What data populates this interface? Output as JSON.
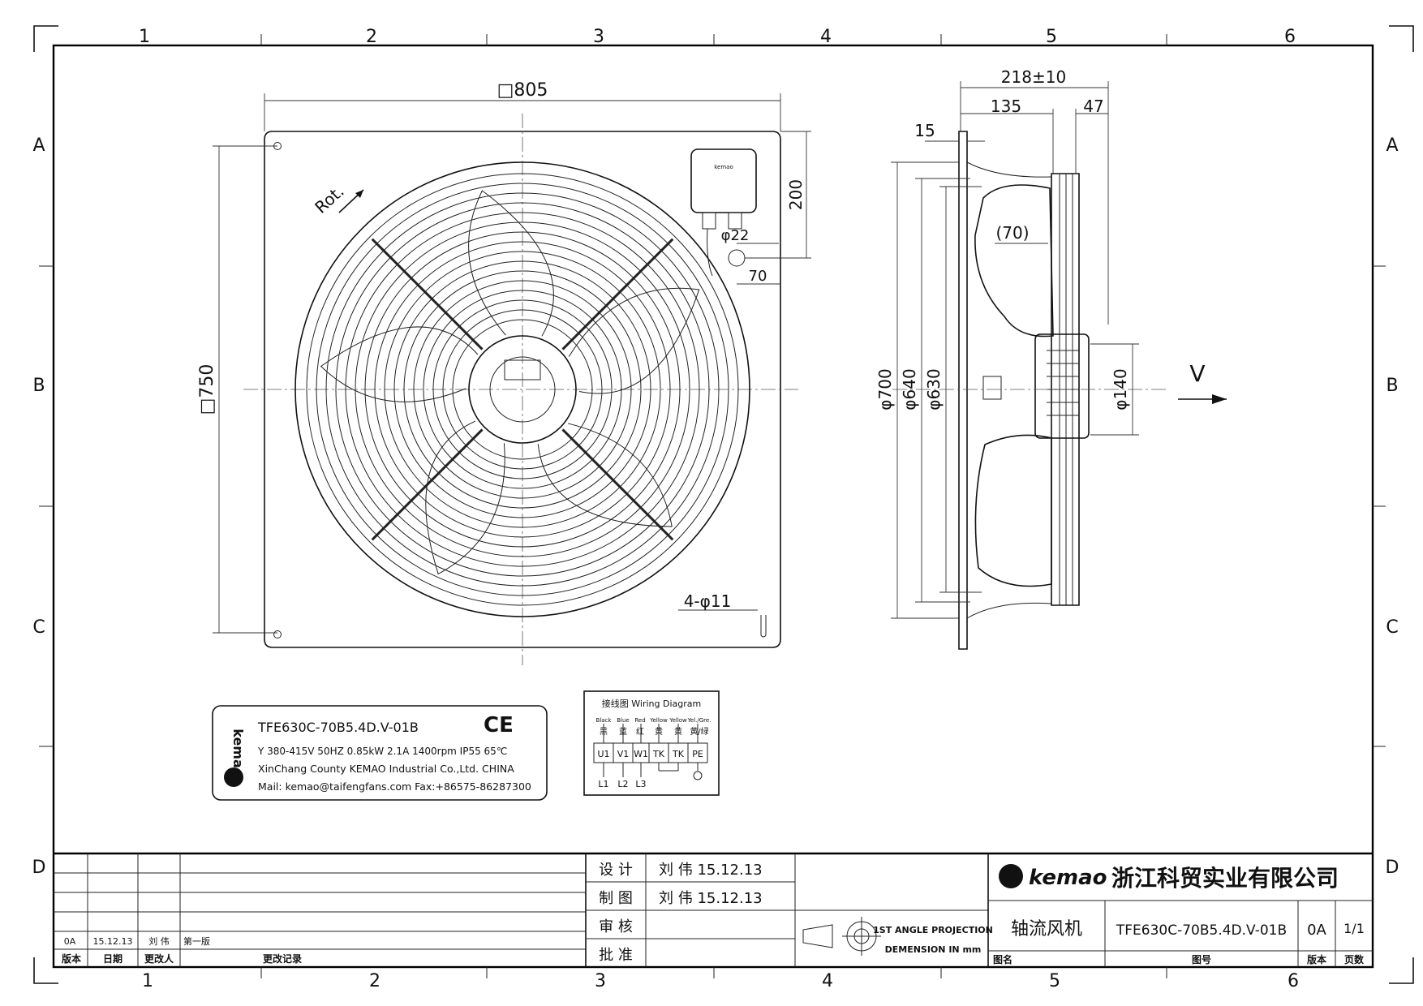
{
  "grid": {
    "cols": [
      "1",
      "2",
      "3",
      "4",
      "5",
      "6"
    ],
    "rows": [
      "A",
      "B",
      "C",
      "D"
    ]
  },
  "front_view": {
    "rotation_label": "Rot.",
    "dims": {
      "width": "□805",
      "height": "□750",
      "box_offset": "200",
      "cable_gland": "φ22",
      "cable_offset": "70",
      "holes": "4-φ11"
    }
  },
  "side_view": {
    "dims": {
      "depth_total": "218±10",
      "depth_a": "135",
      "depth_b": "47",
      "flange": "15",
      "blade_offset": "(70)",
      "dia_outer": "φ700",
      "dia_ring": "φ640",
      "dia_blade": "φ630",
      "dia_hub": "φ140",
      "airflow": "V"
    }
  },
  "nameplate": {
    "model": "TFE630C-70B5.4D.V-01B",
    "ce": "CE",
    "brand": "kemao",
    "specs": "Y 380-415V 50HZ 0.85kW 2.1A 1400rpm IP55  65℃",
    "maker": "XinChang County KEMAO Industrial Co.,Ltd.  CHINA",
    "contact": "Mail: kemao@taifengfans.com Fax:+86575-86287300"
  },
  "wiring": {
    "title": "接线图  Wiring Diagram",
    "colors_en": [
      "Black",
      "Blue",
      "Red",
      "Yellow",
      "Yellow",
      "Yel./Gre."
    ],
    "colors_cn": [
      "黑",
      "蓝",
      "红",
      "黄",
      "黄",
      "黄/绿"
    ],
    "terminals": [
      "U1",
      "V1",
      "W1",
      "TK",
      "TK",
      "PE"
    ],
    "lines": [
      "L1",
      "L2",
      "L3"
    ]
  },
  "title_block": {
    "revision": {
      "ver": "0A",
      "date": "15.12.13",
      "person": "刘 伟",
      "note": "第一版"
    },
    "revision_headers": {
      "ver": "版本",
      "date": "日期",
      "person": "更改人",
      "note": "更改记录"
    },
    "signoff": [
      {
        "role": "设 计",
        "value": "刘 伟 15.12.13"
      },
      {
        "role": "制 图",
        "value": "刘 伟 15.12.13"
      },
      {
        "role": "审 核",
        "value": ""
      },
      {
        "role": "批 准",
        "value": ""
      }
    ],
    "projection_line1": "1ST ANGLE PROJECTION",
    "projection_line2": "DEMENSION IN mm",
    "company": "浙江科贸实业有限公司",
    "logo_text": "kemao",
    "part_name": "轴流风机",
    "drawing_no": "TFE630C-70B5.4D.V-01B",
    "version": "0A",
    "page": "1/1",
    "labels": {
      "name": "图名",
      "number": "图号",
      "version": "版本",
      "page": "页数"
    }
  }
}
